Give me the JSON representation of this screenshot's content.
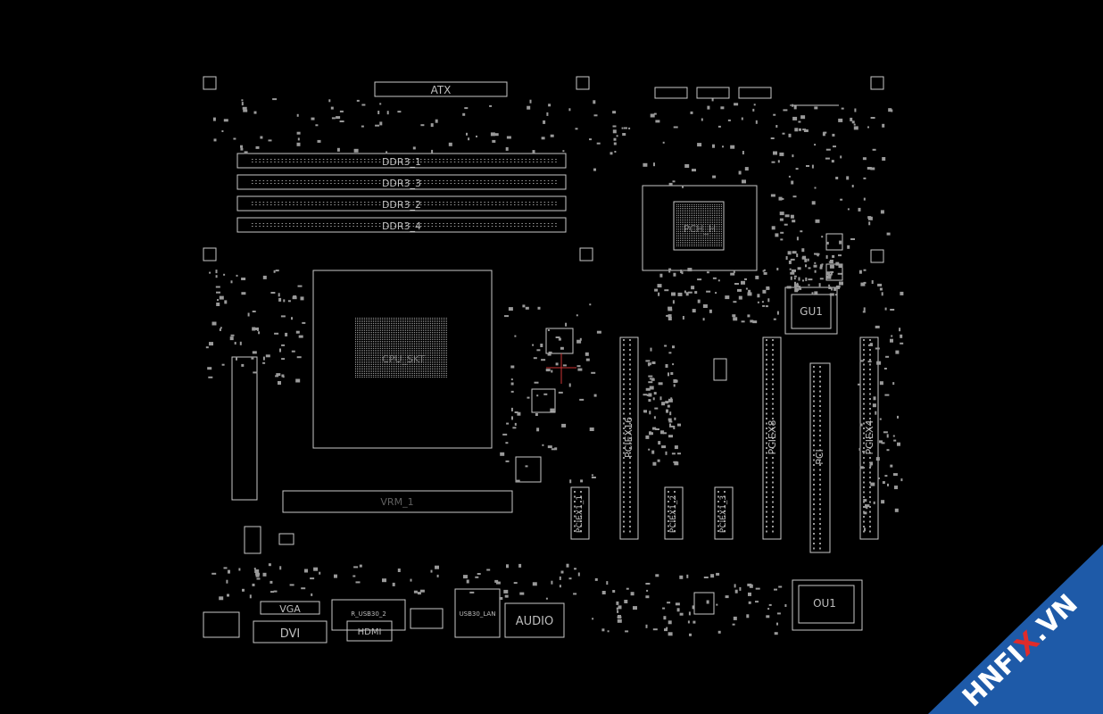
{
  "board": {
    "title": "",
    "labels": {
      "atx": "ATX",
      "ddr3_1": "DDR3_1",
      "ddr3_3": "DDR3_3",
      "ddr3_2": "DDR3_2",
      "ddr3_4": "DDR3_4",
      "pch": "PCH_H",
      "cpu_socket": "CPU_SKT",
      "gu1": "GU1",
      "ou1": "OU1",
      "pciex16": "PCIEX16",
      "pciex8": "PCIEX8",
      "pci": "PCI",
      "pciex4": "PCIEX4",
      "pciex1_1": "PCIEX1_1",
      "pciex1_2": "PCIEX1_2",
      "pciex1_3": "PCIEX1_3",
      "vga": "VGA",
      "dvi": "DVI",
      "hdmi": "HDMI",
      "usb30_2": "R_USB30_2",
      "usb30_lan": "USB30_LAN",
      "audio": "AUDIO",
      "vrm": "VRM_1"
    },
    "watermark": {
      "text_main": "HNFI",
      "text_x": "X",
      "text_tail": ".VN",
      "colors": {
        "bg": "#1e5aa8",
        "text": "#ffffff",
        "accent": "#e02b2b"
      }
    },
    "colors": {
      "background": "#000000",
      "line": "#c8c8c8",
      "probe": "#cc3333"
    }
  }
}
